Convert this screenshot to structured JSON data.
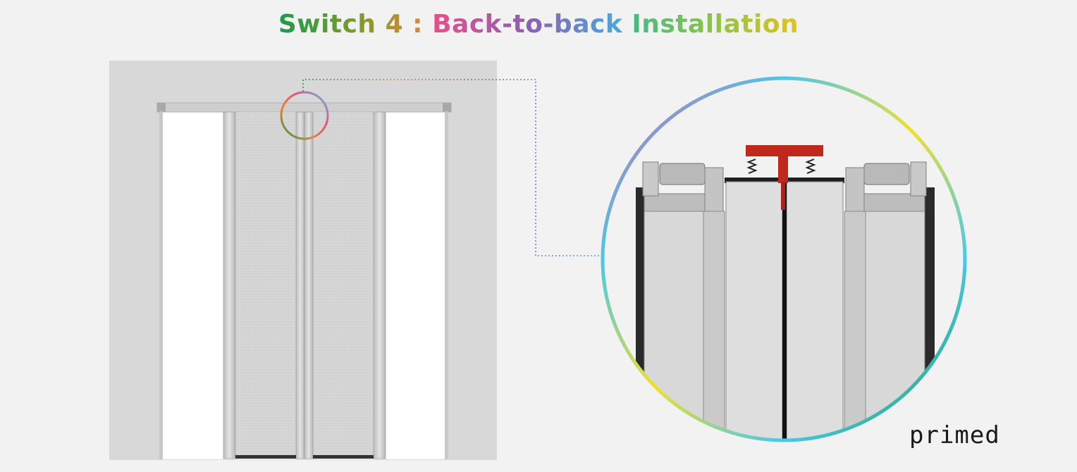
{
  "title": {
    "part1": "Switch 4 : ",
    "part2": "Back-to-back",
    "part3": " Installation",
    "colors": [
      "#1f9a4a",
      "#e8833a",
      "#e6508a",
      "#8e5fb0",
      "#4aa9dc",
      "#3bb98a",
      "#e2c21f"
    ]
  },
  "logo": {
    "text": "primed",
    "color": "#1a1a1a"
  },
  "colors": {
    "background": "#f2f2f2",
    "wall": "#dcdcdc",
    "frame": "#c4c4c4",
    "mesh": "#d8d8d8",
    "handle": "#c0281e"
  },
  "illustration": {
    "main": "door-with-pleated-mesh-screens",
    "detail": "magnified-center-junction"
  }
}
